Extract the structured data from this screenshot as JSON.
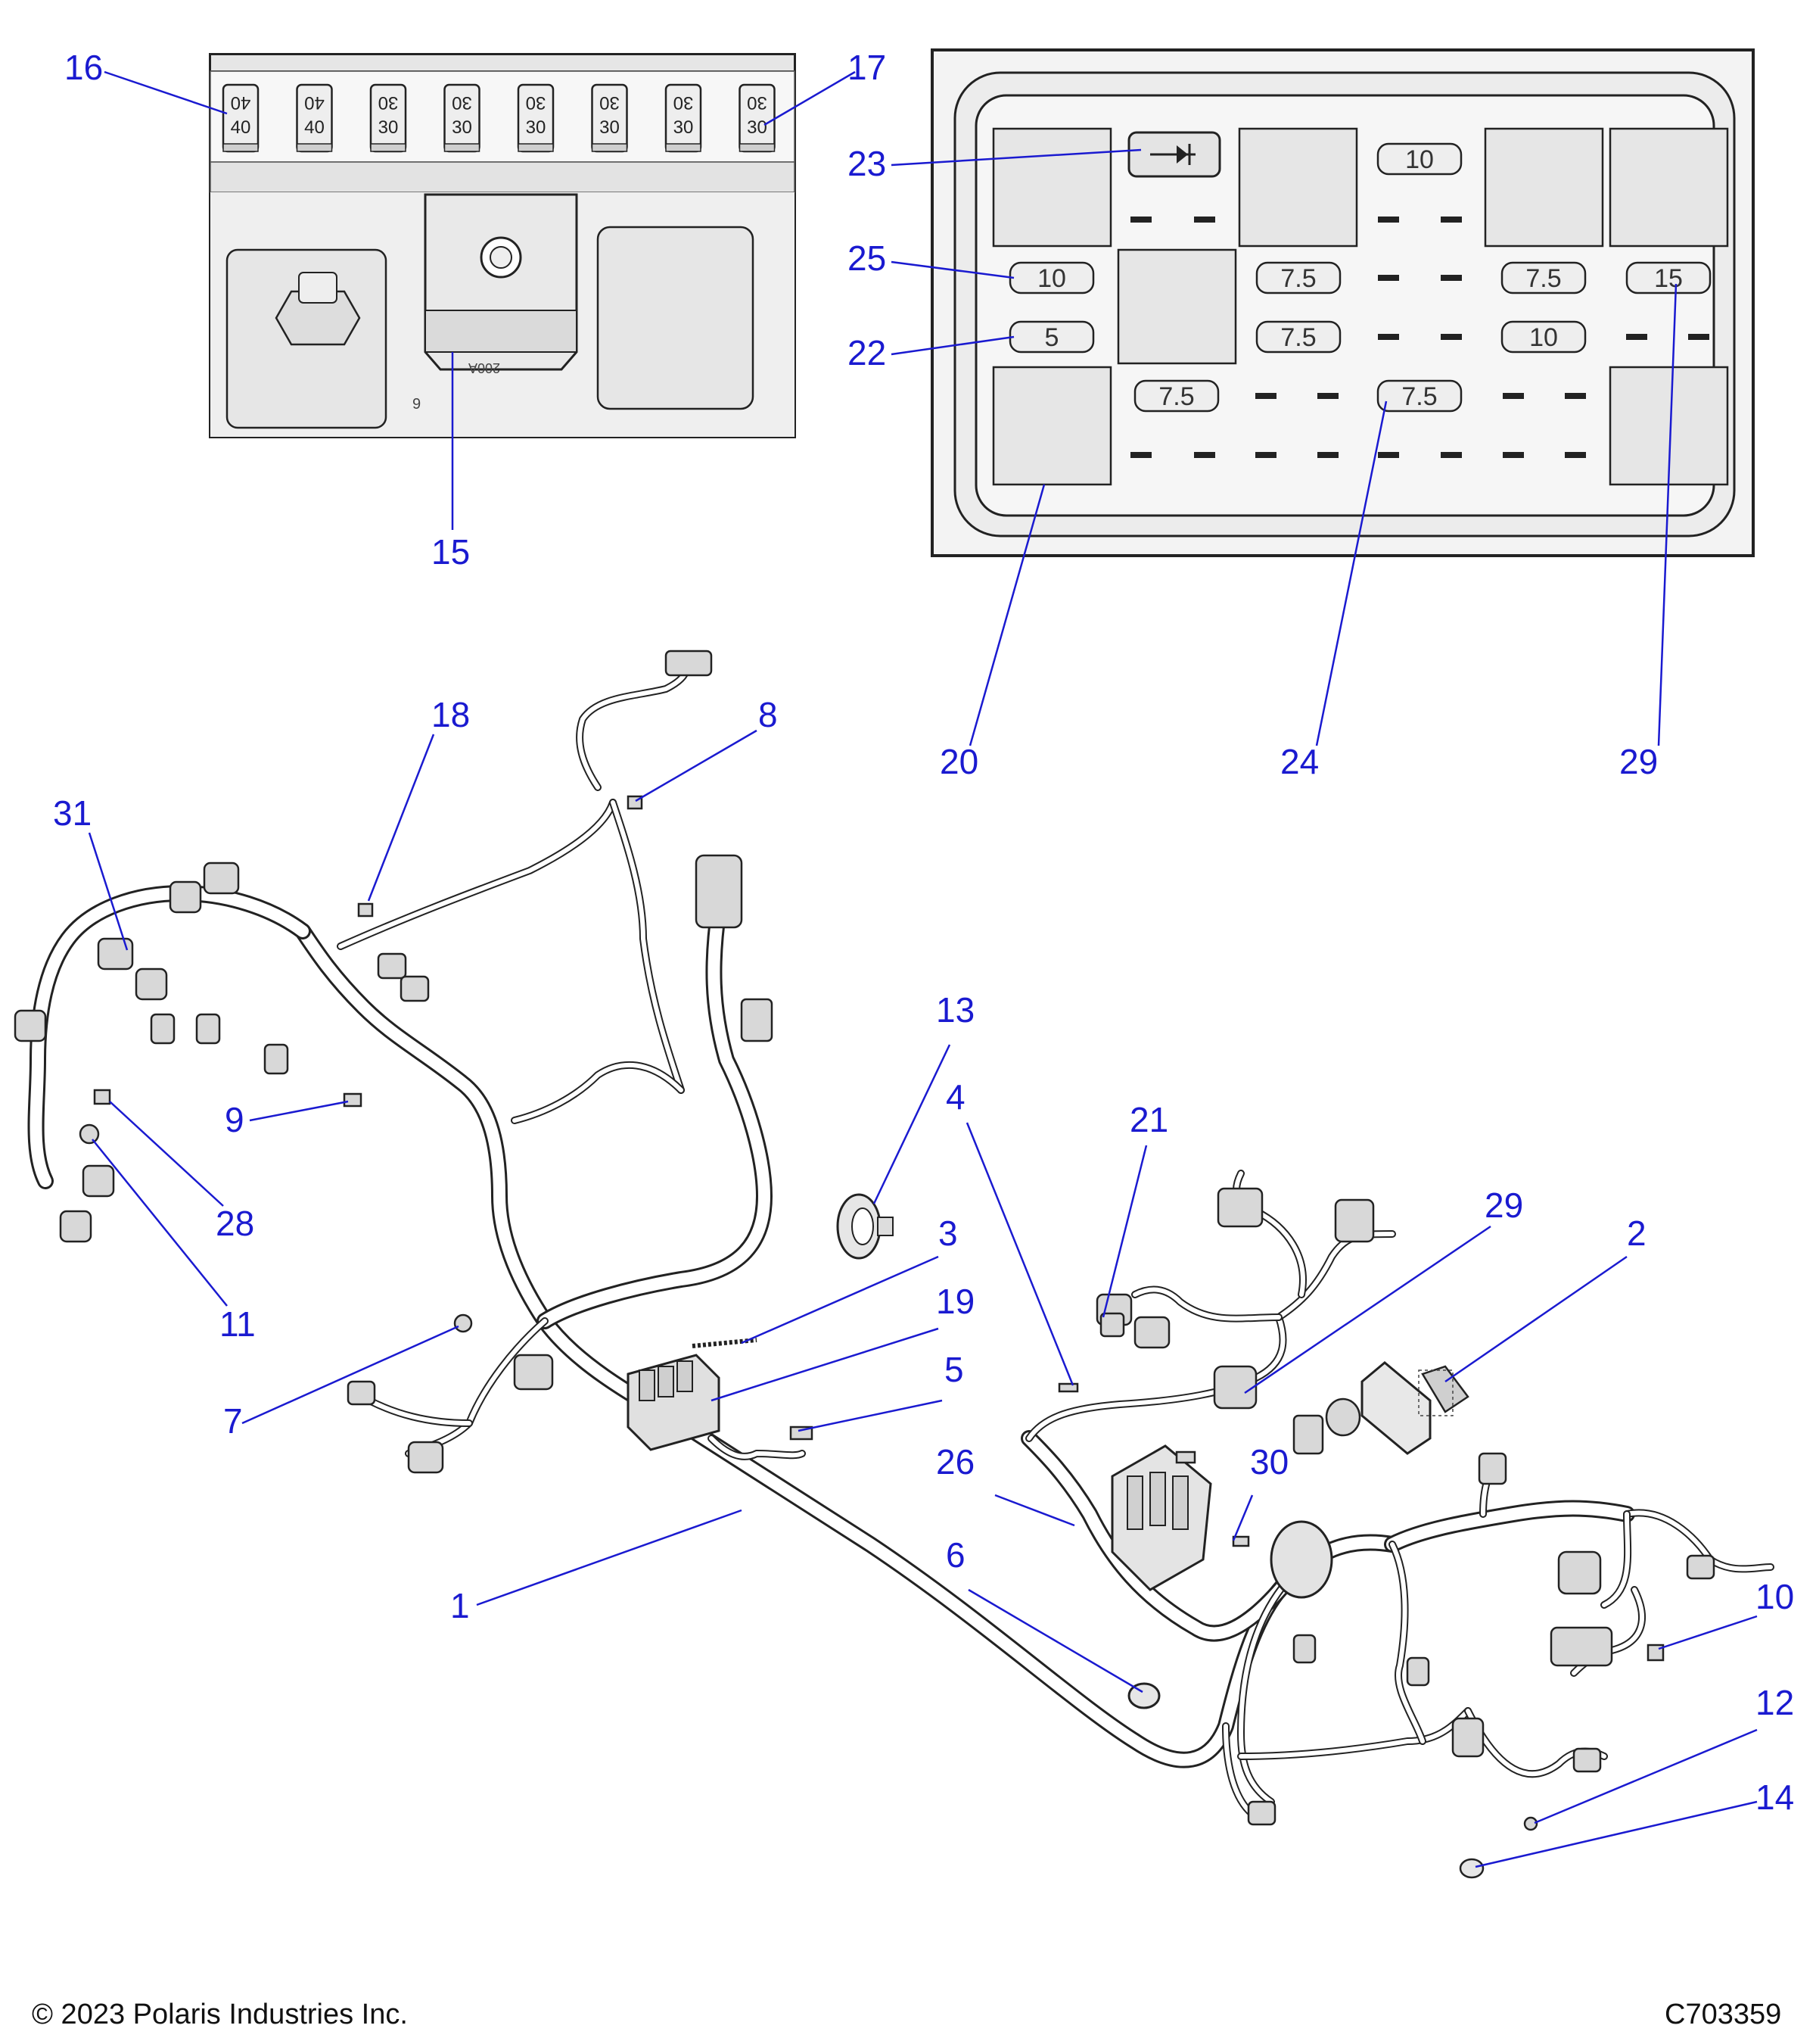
{
  "callouts": [
    {
      "id": "16",
      "label": "16"
    },
    {
      "id": "17",
      "label": "17"
    },
    {
      "id": "15",
      "label": "15"
    },
    {
      "id": "23",
      "label": "23"
    },
    {
      "id": "25",
      "label": "25"
    },
    {
      "id": "22",
      "label": "22"
    },
    {
      "id": "20",
      "label": "20"
    },
    {
      "id": "24",
      "label": "24"
    },
    {
      "id": "29a",
      "label": "29"
    },
    {
      "id": "18",
      "label": "18"
    },
    {
      "id": "8",
      "label": "8"
    },
    {
      "id": "31",
      "label": "31"
    },
    {
      "id": "9",
      "label": "9"
    },
    {
      "id": "28",
      "label": "28"
    },
    {
      "id": "11",
      "label": "11"
    },
    {
      "id": "13",
      "label": "13"
    },
    {
      "id": "4",
      "label": "4"
    },
    {
      "id": "21",
      "label": "21"
    },
    {
      "id": "29b",
      "label": "29"
    },
    {
      "id": "2",
      "label": "2"
    },
    {
      "id": "3",
      "label": "3"
    },
    {
      "id": "19",
      "label": "19"
    },
    {
      "id": "5",
      "label": "5"
    },
    {
      "id": "7",
      "label": "7"
    },
    {
      "id": "26",
      "label": "26"
    },
    {
      "id": "30",
      "label": "30"
    },
    {
      "id": "1",
      "label": "1"
    },
    {
      "id": "6",
      "label": "6"
    },
    {
      "id": "10",
      "label": "10"
    },
    {
      "id": "12",
      "label": "12"
    },
    {
      "id": "14",
      "label": "14"
    }
  ],
  "fuse_strip": {
    "fuses": [
      {
        "top": "40",
        "bottom": "40"
      },
      {
        "top": "40",
        "bottom": "40"
      },
      {
        "top": "30",
        "bottom": "30"
      },
      {
        "top": "30",
        "bottom": "30"
      },
      {
        "top": "30",
        "bottom": "30"
      },
      {
        "top": "30",
        "bottom": "30"
      },
      {
        "top": "30",
        "bottom": "30"
      },
      {
        "top": "30",
        "bottom": "30"
      }
    ],
    "small_mark": "9",
    "block_mark": "200A"
  },
  "fuse_box": {
    "fuses": [
      {
        "id": "top-center",
        "label": "10"
      },
      {
        "id": "row1-a",
        "label": "10"
      },
      {
        "id": "row1-b",
        "label": "7.5"
      },
      {
        "id": "row1-c",
        "label": "7.5"
      },
      {
        "id": "row1-d",
        "label": "15"
      },
      {
        "id": "row2-a",
        "label": "5"
      },
      {
        "id": "row2-b",
        "label": "7.5"
      },
      {
        "id": "row2-c",
        "label": "10"
      },
      {
        "id": "row3-a",
        "label": "7.5"
      },
      {
        "id": "row3-b",
        "label": "7.5"
      }
    ]
  },
  "footer": {
    "copyright": "© 2023 Polaris Industries Inc.",
    "code": "C703359"
  },
  "colors": {
    "callout": "#1a1ad0",
    "line": "#222222",
    "part_fill": "#e6e6e6"
  }
}
